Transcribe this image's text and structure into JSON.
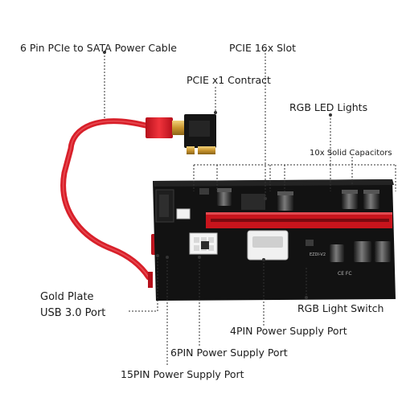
{
  "labels": {
    "sata_cable": "6 Pin PCIe to SATA Power Cable",
    "pcie_16x_slot": "PCIE 16x Slot",
    "pcie_x1_contract": "PCIE x1 Contract",
    "rgb_led_lights": "RGB LED Lights",
    "solid_capacitors": "10x Solid Capacitors",
    "gold_plate_line1": "Gold Plate",
    "gold_plate_line2": "USB 3.0 Port",
    "rgb_light_switch": "RGB Light Switch",
    "power_4pin": "4PIN Power Supply Port",
    "power_6pin": "6PIN Power Supply Port",
    "power_15pin": "15PIN Power Supply Port"
  },
  "colors": {
    "cable_red": "#d8202a",
    "board_black": "#121212",
    "slot_red": "#c8141c",
    "gold": "#d6a73c",
    "leader_line": "#333333"
  }
}
